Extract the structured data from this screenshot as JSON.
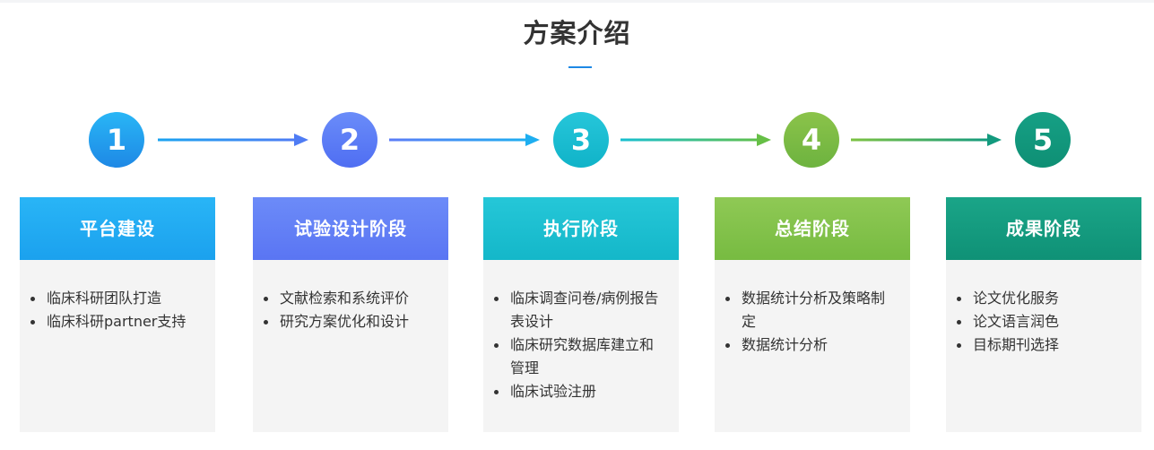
{
  "title": "方案介绍",
  "colors": {
    "step1": "#1aa3f0",
    "step2": "#5b7cf7",
    "step3": "#17c0d0",
    "step4": "#7cc242",
    "step5": "#139a7e"
  },
  "steps": [
    {
      "number": "1",
      "heading": "平台建设",
      "items": [
        "临床科研团队打造",
        "临床科研partner支持"
      ]
    },
    {
      "number": "2",
      "heading": "试验设计阶段",
      "items": [
        "文献检索和系统评价",
        "研究方案优化和设计"
      ]
    },
    {
      "number": "3",
      "heading": "执行阶段",
      "items": [
        "临床调查问卷/病例报告表设计",
        "临床研究数据库建立和管理",
        "临床试验注册"
      ]
    },
    {
      "number": "4",
      "heading": "总结阶段",
      "items": [
        "数据统计分析及策略制定",
        "数据统计分析"
      ]
    },
    {
      "number": "5",
      "heading": "成果阶段",
      "items": [
        "论文优化服务",
        "论文语言润色",
        "目标期刊选择"
      ]
    }
  ]
}
